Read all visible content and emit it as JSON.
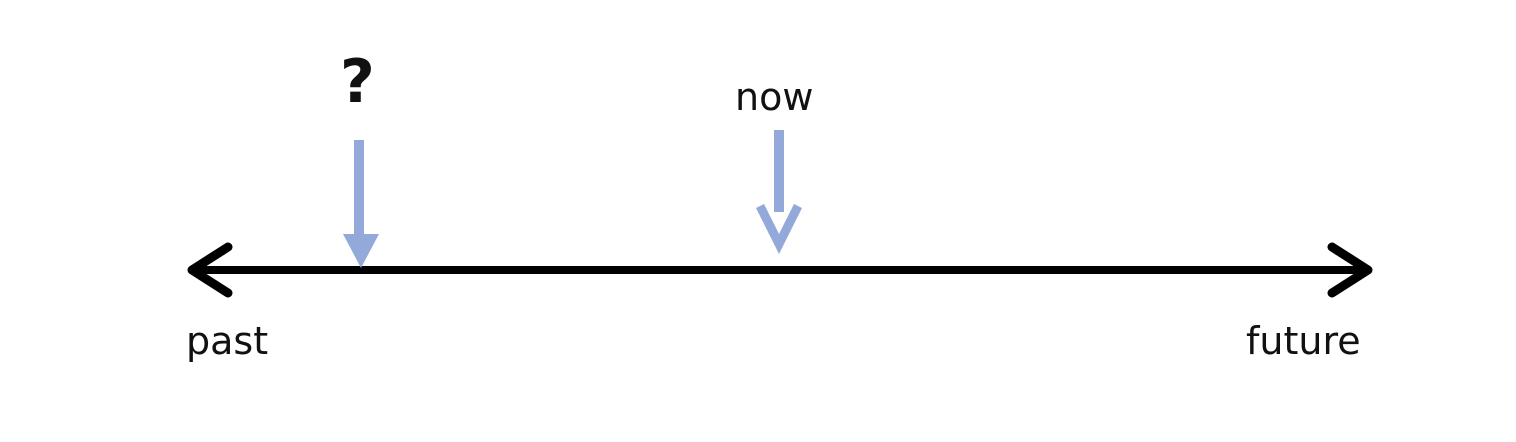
{
  "diagram": {
    "past_label": "past",
    "future_label": "future",
    "now_label": "now",
    "question_label": "?",
    "colors": {
      "axis": "#000000",
      "marker_arrow": "#93a9d9",
      "text": "#111111"
    }
  }
}
